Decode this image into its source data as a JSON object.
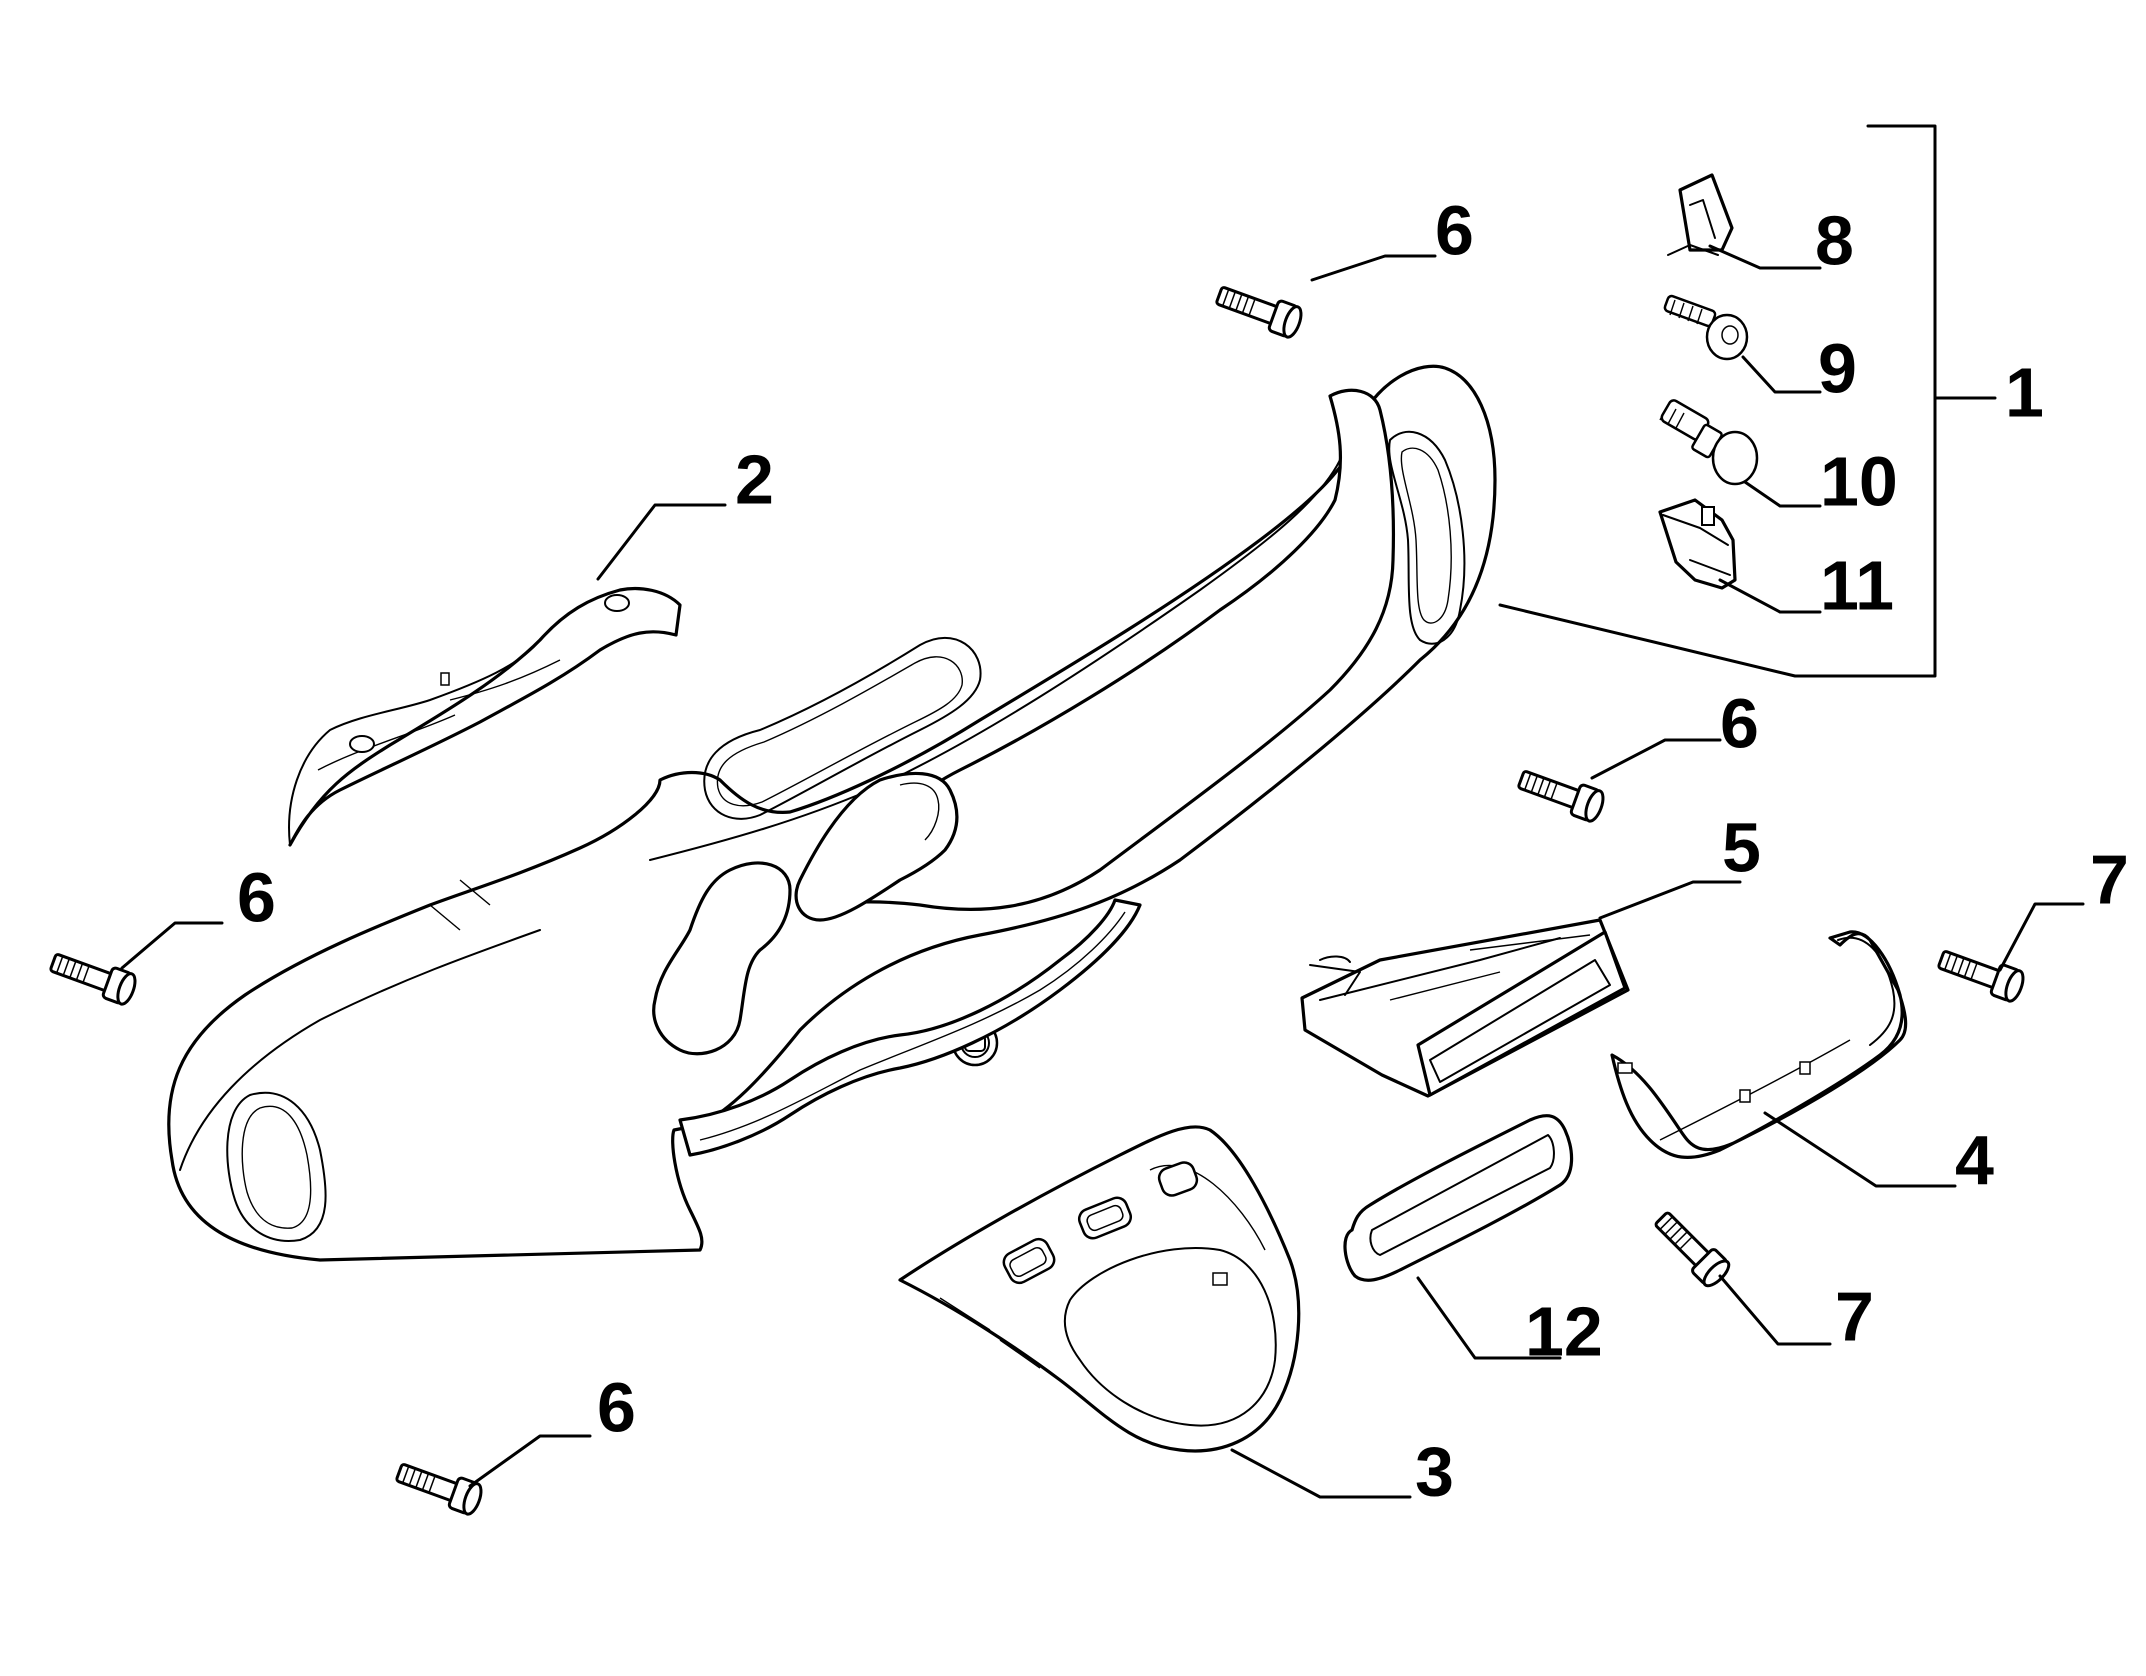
{
  "callouts": {
    "c1": "1",
    "c2": "2",
    "c3": "3",
    "c4": "4",
    "c5": "5",
    "c6a": "6",
    "c6b": "6",
    "c6c": "6",
    "c6d": "6",
    "c7a": "7",
    "c7b": "7",
    "c8": "8",
    "c9": "9",
    "c10": "10",
    "c11": "11",
    "c12": "12"
  },
  "colors": {
    "line": "#000000",
    "background": "#ffffff"
  }
}
